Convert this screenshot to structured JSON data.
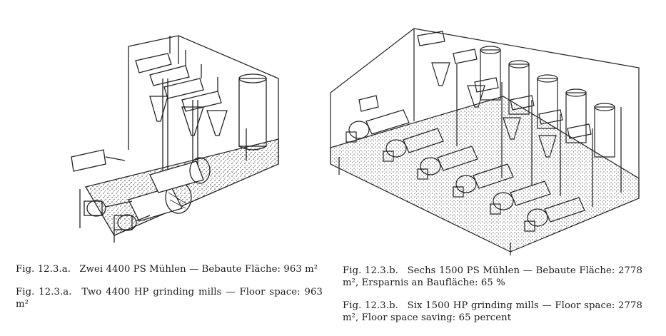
{
  "figure_a": {
    "caption_de": {
      "number": "Fig. 12.3.a.",
      "text": "Zwei 4400 PS Mühlen — Bebaute Fläche: 963 m²"
    },
    "caption_en": {
      "number": "Fig. 12.3.a.",
      "text": "Two 4400 HP grinding mills — Floor space: 963 m²"
    }
  },
  "figure_b": {
    "caption_de": {
      "number": "Fig. 12.3.b.",
      "text": "Sechs 1500 PS Mühlen — Bebaute Fläche: 2778 m², Ersparnis an Baufläche: 65 %"
    },
    "caption_en": {
      "number": "Fig. 12.3.b.",
      "text": "Six 1500 HP grinding mills — Floor space: 2778 m², Floor space saving: 65 percent"
    }
  }
}
